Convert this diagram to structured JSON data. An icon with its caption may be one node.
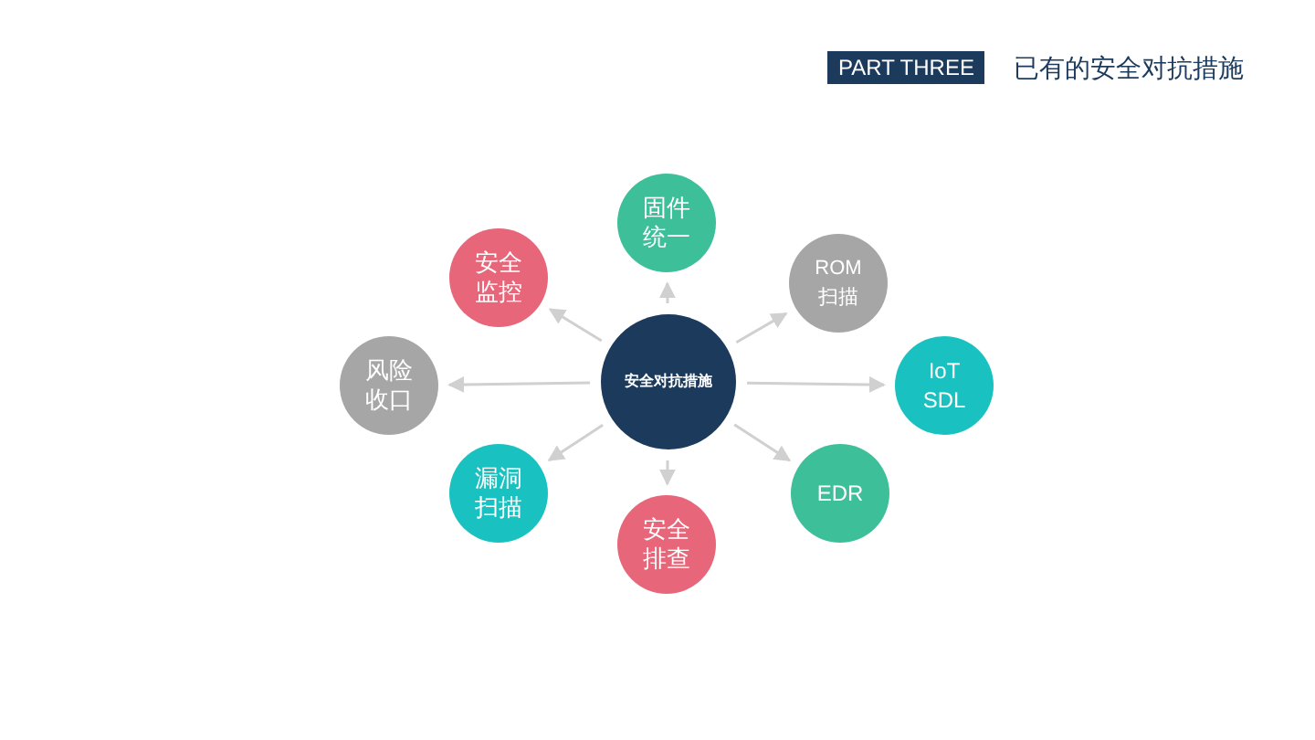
{
  "diagram": {
    "title": "已有的安全对抗措施",
    "nodes": [
      {
        "text": [
          "安全对抗措施"
        ]
      },
      {
        "text": [
          "固件统一"
        ]
      },
      {
        "text": [
          "ROM 扫描"
        ]
      },
      {
        "text": [
          "IoT SDL"
        ]
      },
      {
        "text": [
          "EDR"
        ]
      },
      {
        "text": [
          "安全排查"
        ]
      },
      {
        "text": [
          "漏洞扫描"
        ]
      },
      {
        "text": [
          "风险收口"
        ]
      },
      {
        "text": [
          "安全监控"
        ]
      }
    ],
    "edges": [
      {
        "from": 0,
        "to": 1,
        "arrow": "to"
      },
      {
        "from": 0,
        "to": 2,
        "arrow": "to"
      },
      {
        "from": 0,
        "to": 3,
        "arrow": "to"
      },
      {
        "from": 0,
        "to": 4,
        "arrow": "to"
      },
      {
        "from": 0,
        "to": 5,
        "arrow": "to"
      },
      {
        "from": 0,
        "to": 6,
        "arrow": "to"
      },
      {
        "from": 0,
        "to": 7,
        "arrow": "to"
      },
      {
        "from": 0,
        "to": 8,
        "arrow": "to"
      }
    ],
    "labels": [
      "PART THREE"
    ]
  }
}
